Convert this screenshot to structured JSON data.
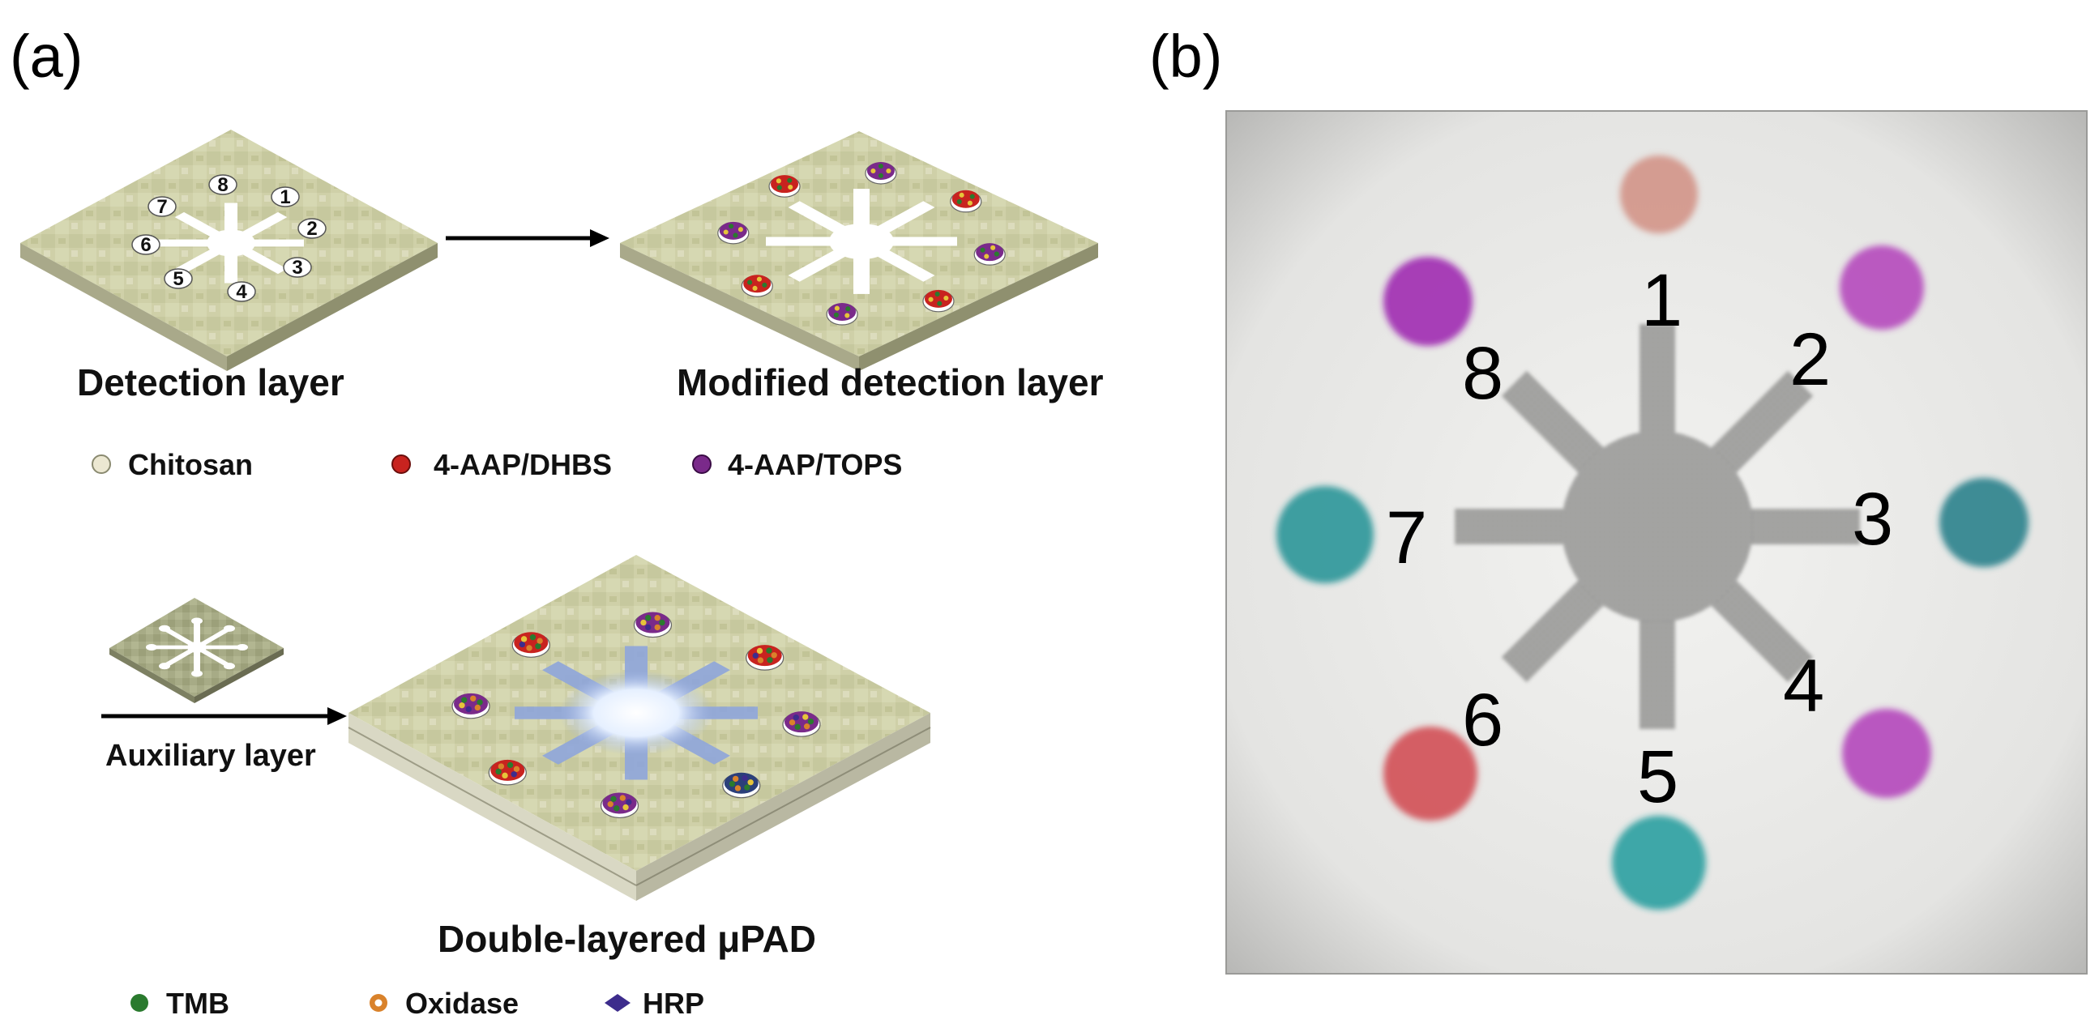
{
  "panels": {
    "a": "(a)",
    "b": "(b)"
  },
  "captions": {
    "detection": "Detection layer",
    "modified": "Modified detection layer",
    "auxiliary": "Auxiliary layer",
    "double": "Double-layered μPAD"
  },
  "legend_top": [
    {
      "label": "Chitosan",
      "color": "#ece8d2"
    },
    {
      "label": "4-AAP/DHBS",
      "color": "#c8231f"
    },
    {
      "label": "4-AAP/TOPS",
      "color": "#7a2a8a"
    }
  ],
  "legend_bottom": [
    {
      "label": "TMB",
      "color": "#2a7a2e",
      "icon": "dot-icon"
    },
    {
      "label": "Oxidase",
      "color": "#d9822b",
      "icon": "ring-icon"
    },
    {
      "label": "HRP",
      "color": "#3d2c8c",
      "icon": "diamond-icon"
    }
  ],
  "channels": [
    "1",
    "2",
    "3",
    "4",
    "5",
    "6",
    "7",
    "8"
  ],
  "photo_spot_colors": {
    "1": "#d08a7c",
    "2": "#b23fba",
    "3": "#1e7b86",
    "4": "#b03cb8",
    "5": "#229b9c",
    "6": "#d0444c",
    "7": "#1f9094",
    "8": "#9b1fae"
  }
}
